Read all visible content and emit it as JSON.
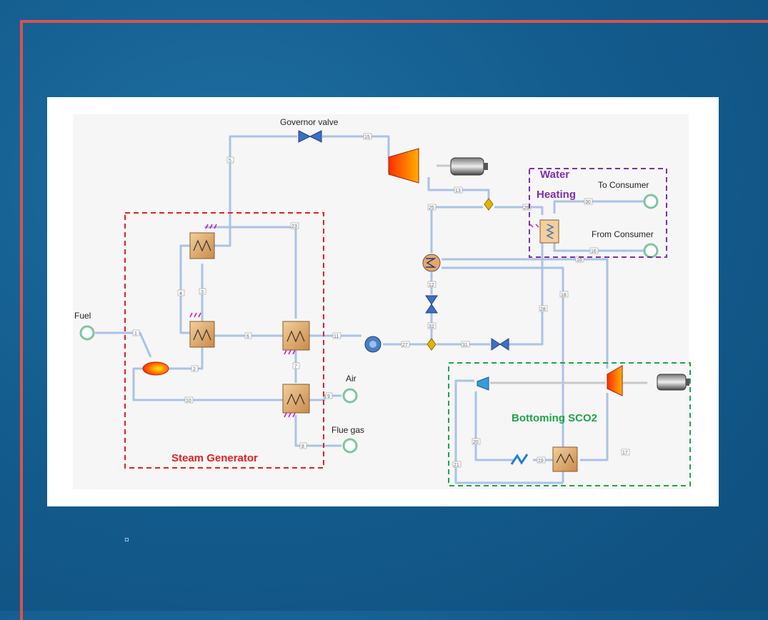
{
  "labels": {
    "governor_valve": "Governor valve",
    "fuel": "Fuel",
    "air": "Air",
    "flue_gas": "Flue gas",
    "to_consumer": "To Consumer",
    "from_consumer": "From Consumer",
    "water": "Water",
    "heating": "Heating",
    "steam_generator": "Steam Generator",
    "bottoming_sco2": "Bottoming SCO2"
  },
  "stream_tags": [
    "1",
    "2",
    "3",
    "4",
    "5",
    "6",
    "7",
    "8",
    "9",
    "10",
    "11",
    "12",
    "13",
    "15",
    "16",
    "17",
    "18",
    "19",
    "20",
    "21",
    "23",
    "25",
    "26",
    "27",
    "28",
    "30",
    "31",
    "32"
  ],
  "colors": {
    "pipe": "#a9c3e6",
    "steam_box": "#e02020",
    "water_box": "#7b2fa8",
    "sco2_box": "#1fa34a",
    "frame": "#d9534f"
  }
}
